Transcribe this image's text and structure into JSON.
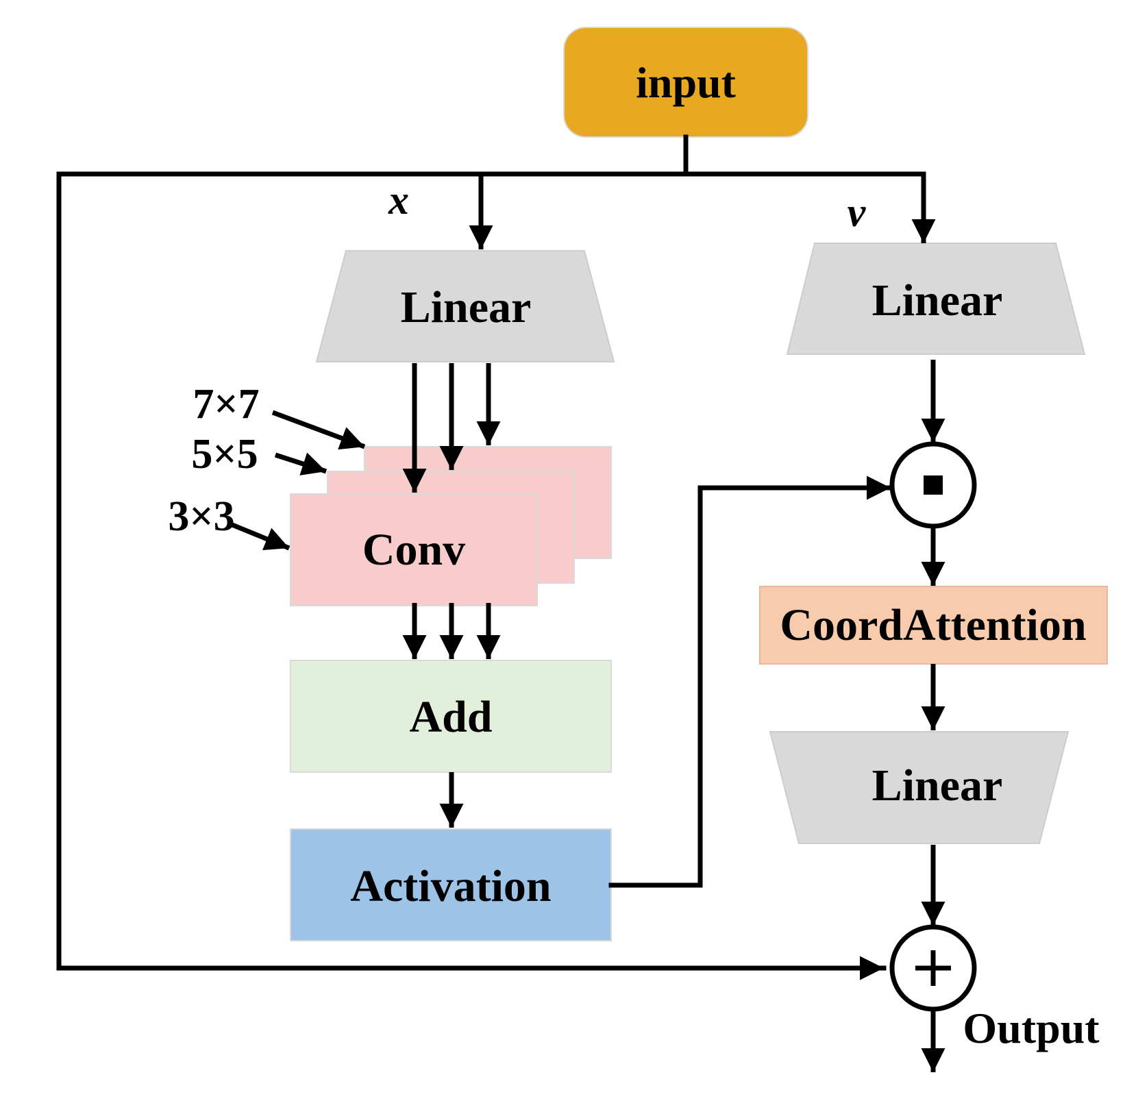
{
  "nodes": {
    "input": "input",
    "linear_x": "Linear",
    "linear_v": "Linear",
    "conv": "Conv",
    "add": "Add",
    "activation": "Activation",
    "coord_attention": "CoordAttention",
    "linear_out": "Linear"
  },
  "branch_labels": {
    "x": "x",
    "v": "v"
  },
  "kernel_sizes": [
    "7×7",
    "5×5",
    "3×3"
  ],
  "operators": {
    "multiply": "multiply-dot-icon",
    "add": "plus-icon"
  },
  "output_label": "Output",
  "colors": {
    "input": "#E8A820",
    "linear": "#D9D9D9",
    "conv": "#F9CCCC",
    "add": "#E2EFDA",
    "activation": "#9DC3E6",
    "coord_attention": "#F8CBAD",
    "line": "#000000"
  }
}
